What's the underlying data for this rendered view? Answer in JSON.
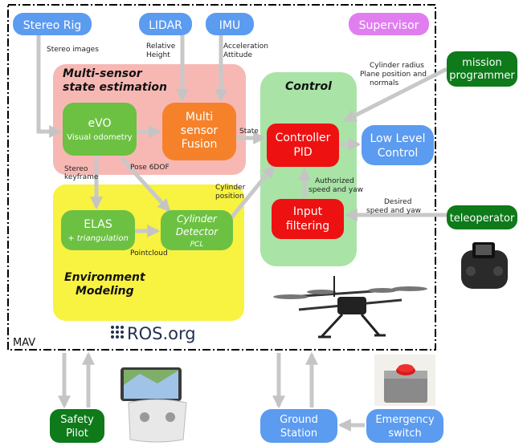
{
  "nodes": {
    "stereo_rig": "Stereo Rig",
    "lidar": "LIDAR",
    "imu": "IMU",
    "supervisor": "Supervisor",
    "evo_title": "eVO",
    "evo_sub": "Visual odometry",
    "fusion_line1": "Multi",
    "fusion_line2": "sensor",
    "fusion_line3": "Fusion",
    "controller_line1": "Controller",
    "controller_line2": "PID",
    "low_level_line1": "Low Level",
    "low_level_line2": "Control",
    "input_line1": "Input",
    "input_line2": "filtering",
    "elas_title": "ELAS",
    "elas_sub": "+ triangulation",
    "cyl_line1": "Cylinder",
    "cyl_line2": "Detector",
    "cyl_line3": "PCL",
    "mission_line1": "mission",
    "mission_line2": "programmer",
    "teleoperator": "teleoperator",
    "safety_line1": "Safety",
    "safety_line2": "Pilot",
    "ground_line1": "Ground",
    "ground_line2": "Station",
    "emergency_line1": "Emergency",
    "emergency_line2": "switch"
  },
  "regions": {
    "state_est_line1": "Multi-sensor",
    "state_est_line2": "state estimation",
    "control": "Control",
    "env_line1": "Environment",
    "env_line2": "Modeling",
    "mav": "MAV",
    "ros_logo": "ROS.org"
  },
  "labels": {
    "stereo_images": "Stereo images",
    "relative": "Relative",
    "height": "Height",
    "acceleration": "Acceleration",
    "attitude": "Attitude",
    "cyl_radius": "Cylinder radius",
    "plane_pos": "Plane position and",
    "normals": "normals",
    "state": "State",
    "stereo": "Stereo",
    "keyframe": "keyframe",
    "pose": "Pose 6DOF",
    "cylinder": "Cylinder",
    "position": "position",
    "authorized": "Authorized",
    "speed_yaw": "speed and yaw",
    "desired": "Desired",
    "desired_speed": "speed and yaw",
    "pointcloud": "Pointcloud"
  },
  "colors": {
    "blue": "#5b9bf0",
    "purple": "#e07ef0",
    "green": "#6cc142",
    "orange": "#f5822a",
    "red": "#ee1111",
    "dark_green": "#0e7a1a",
    "pink_region": "#f7b8b4",
    "yellow_region": "#f8f241",
    "control_region": "#a9e3a6",
    "arrow": "#c8c8c8"
  }
}
